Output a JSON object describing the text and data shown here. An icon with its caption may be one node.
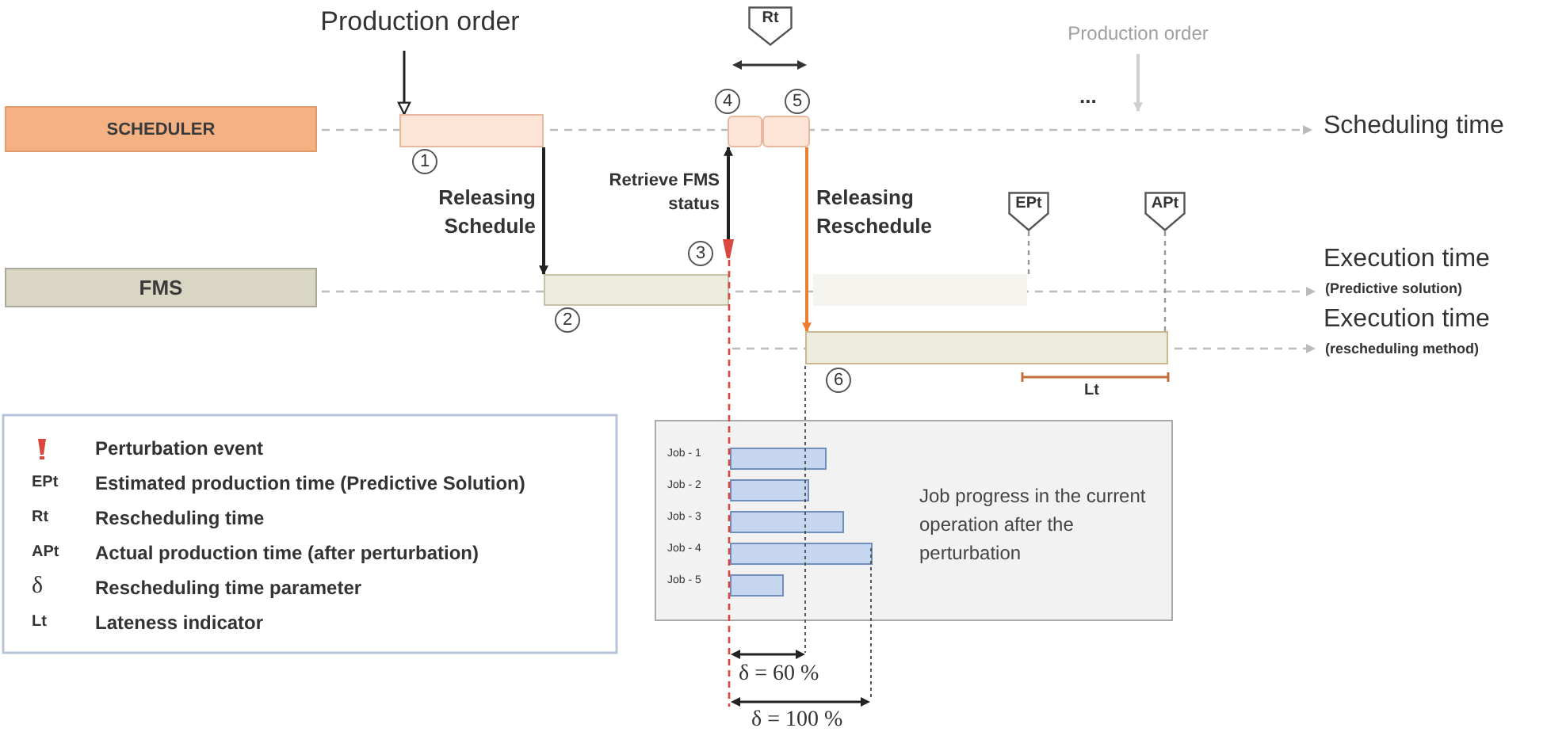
{
  "diagram": {
    "nodes": [
      {
        "text": [
          "SCHEDULER"
        ]
      },
      {
        "text": [
          "FMS"
        ]
      },
      {
        "text": [],
        "shape": "bar",
        "beside": [
          "1"
        ]
      },
      {
        "text": [],
        "shape": "bar",
        "beside": [
          "2"
        ]
      },
      {
        "text": [],
        "shape": "box",
        "beside": [
          "4"
        ]
      },
      {
        "text": [],
        "shape": "box",
        "beside": [
          "5"
        ]
      },
      {
        "text": [],
        "shape": "bar",
        "beside": [
          "6"
        ]
      },
      {
        "text": [],
        "shape": "marker",
        "beside": [
          "3"
        ]
      },
      {
        "text": [
          "Production order"
        ]
      },
      {
        "text": [
          "Production order"
        ]
      },
      {
        "text": [
          "Rt"
        ]
      },
      {
        "text": [
          "EPt"
        ]
      },
      {
        "text": [
          "APt"
        ]
      },
      {
        "text": [
          "Job progress in the current operation after the perturbation"
        ]
      },
      {
        "text": [],
        "shape": "bar"
      }
    ],
    "edges": [
      {
        "from": 8,
        "to": 2,
        "arrow": "to"
      },
      {
        "from": 2,
        "to": 3,
        "arrow": "to",
        "label": "Releasing Schedule"
      },
      {
        "from": 7,
        "to": 4,
        "arrow": "to",
        "label": "Retrieve FMS status"
      },
      {
        "from": 5,
        "to": 6,
        "arrow": "to",
        "label": "Releasing Reschedule",
        "color": "#ed7d31"
      },
      {
        "from": 9,
        "to": null,
        "arrow": "to",
        "color": "#d0d0d0"
      },
      {
        "from": 11,
        "to": 14,
        "arrow": "none",
        "style": "dashed",
        "color": "#999999"
      },
      {
        "from": 12,
        "to": 6,
        "arrow": "none",
        "style": "dashed",
        "color": "#999999"
      }
    ],
    "labels": [
      "...",
      "Scheduling time",
      "Execution time",
      "(Predictive solution)",
      "Execution time",
      "(rescheduling method)",
      "Lt",
      "Perturbation event",
      "EPt",
      "Estimated production time (Predictive Solution)",
      "Rt",
      "Rescheduling time",
      "APt",
      "Actual production time (after perturbation)",
      "δ",
      "Rescheduling time parameter",
      "Lt",
      "Lateness indicator",
      "Job - 1",
      "Job - 2",
      "Job - 3",
      "Job - 4",
      "Job - 5",
      "δ = 60 %",
      "δ = 100 %"
    ]
  }
}
